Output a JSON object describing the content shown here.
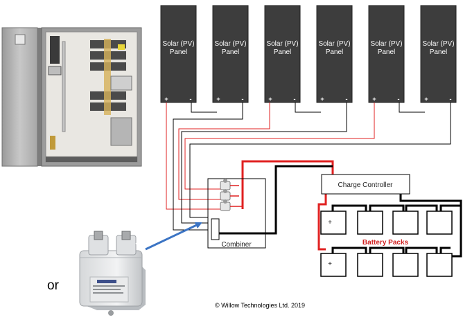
{
  "panels": [
    {
      "label_line1": "Solar (PV)",
      "label_line2": "Panel",
      "positive": "+",
      "negative": "-"
    },
    {
      "label_line1": "Solar (PV)",
      "label_line2": "Panel",
      "positive": "+",
      "negative": "-"
    },
    {
      "label_line1": "Solar (PV)",
      "label_line2": "Panel",
      "positive": "+",
      "negative": "-"
    },
    {
      "label_line1": "Solar (PV)",
      "label_line2": "Panel",
      "positive": "+",
      "negative": "-"
    },
    {
      "label_line1": "Solar (PV)",
      "label_line2": "Panel",
      "positive": "+",
      "negative": "-"
    },
    {
      "label_line1": "Solar (PV)",
      "label_line2": "Panel",
      "positive": "+",
      "negative": "-"
    }
  ],
  "charge_controller": {
    "label": "Charge Controller"
  },
  "combiner": {
    "label": "Combiner"
  },
  "battery_packs": {
    "label": "Battery Packs",
    "terminal_positive": "+"
  },
  "or_label": "or",
  "copyright": "©  Willow Technologies Ltd. 2019",
  "colors": {
    "panel": "#3d3d3d",
    "positive_wire": "#e02020",
    "negative_wire": "#000000",
    "arrow": "#3b74c4",
    "battery_label": "#d01f1f"
  }
}
